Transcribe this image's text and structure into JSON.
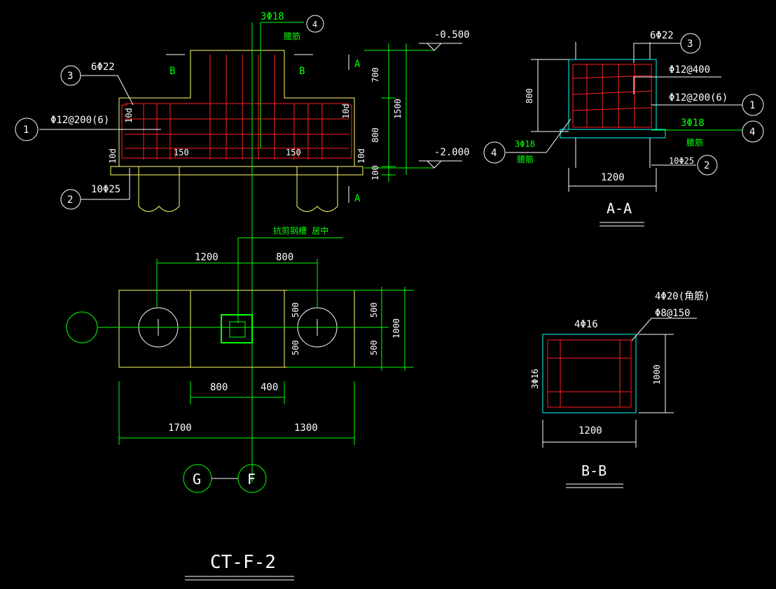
{
  "title": "CT-F-2",
  "elevation": {
    "top": "-0.500",
    "bottom": "-2.000"
  },
  "section_marks": {
    "a": "A",
    "b": "B"
  },
  "elevation_view": {
    "label_rebar3": "6Φ22",
    "label_rebar1": "Φ12@200(6)",
    "label_rebar2": "10Φ25",
    "label_rebar4": "3Φ18",
    "label_waist": "腰筋",
    "anchor_10d": "10d",
    "len_150": "150",
    "dims_right": {
      "d700": "700",
      "d800": "800",
      "d100": "100",
      "d1500": "1500"
    },
    "note_center": "抗剪钢槽 居中"
  },
  "plan_view": {
    "top_dims": {
      "left": "1200",
      "right": "800"
    },
    "right_dims": {
      "upper": "500",
      "lower": "500",
      "total": "1000"
    },
    "bottom_dims": {
      "a": "800",
      "b": "400",
      "left": "1700",
      "right": "1300"
    }
  },
  "axes": {
    "left": "G",
    "right": "F"
  },
  "section_aa": {
    "title": "A-A",
    "top_bar": "6Φ22",
    "stirrup_a": "Φ12@400",
    "stirrup_b": "Φ12@200(6)",
    "waist": "3Φ18",
    "waist_label": "腰筋",
    "bottom_bar": "10Φ25",
    "height": "800",
    "width": "1200"
  },
  "section_bb": {
    "title": "B-B",
    "corner": "4Φ20(角筋)",
    "stirrup": "Φ8@150",
    "top": "4Φ16",
    "side": "3Φ16",
    "height": "1000",
    "width": "1200"
  },
  "callouts": {
    "n1": "1",
    "n2": "2",
    "n3": "3",
    "n4": "4"
  }
}
